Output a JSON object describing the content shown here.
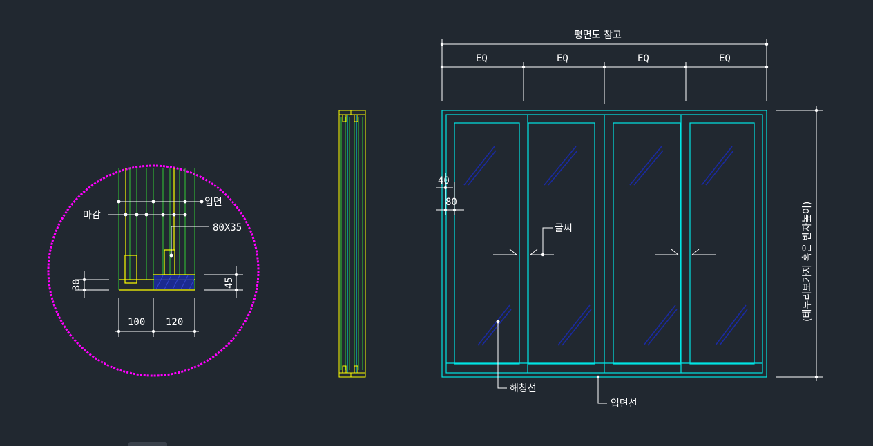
{
  "colors": {
    "background": "#212830",
    "magenta": "#ff00ff",
    "cyan": "#00e5e5",
    "yellow": "#ffff00",
    "green": "#33cc33",
    "white": "#ffffff",
    "hatch": "#1a2aa0"
  },
  "detail": {
    "finish_label": "마감",
    "elevation_label": "입면",
    "member_size": "80X35",
    "dim_left_height": "30",
    "dim_right_height": "45",
    "dim_width_left": "100",
    "dim_width_right": "120"
  },
  "elevation": {
    "top_label": "평면도 참고",
    "eq_labels": [
      "EQ",
      "EQ",
      "EQ",
      "EQ"
    ],
    "dim_40": "40",
    "dim_80": "80",
    "text_label": "글씨",
    "hatch_label": "해칭선",
    "elevation_line_label": "입면선",
    "height_label": "(테두리보가지 혹은 반자높이)"
  }
}
